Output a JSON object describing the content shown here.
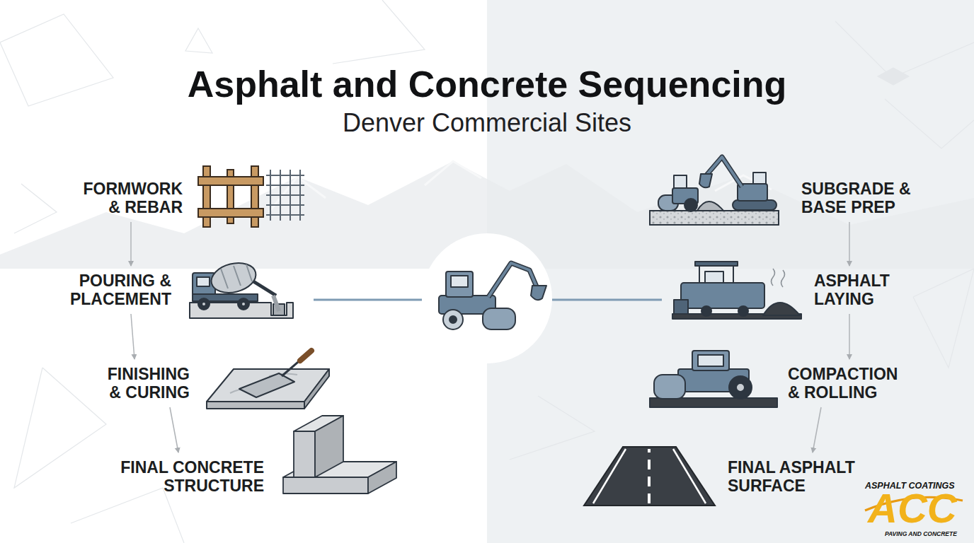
{
  "diagram": {
    "title": "Asphalt and Concrete Sequencing",
    "caption": "Denver Commercial Sites",
    "nodes": [
      {
        "text": [
          "FORMWORK & REBAR"
        ]
      },
      {
        "text": [
          "POURING & PLACEMENT"
        ]
      },
      {
        "text": [
          "FINISHING & CURING"
        ]
      },
      {
        "text": [
          "FINAL CONCRETE STRUCTURE"
        ]
      },
      {
        "text": [
          "SUBGRADE & BASE PREP"
        ]
      },
      {
        "text": [
          "ASPHALT LAYING"
        ]
      },
      {
        "text": [
          "COMPACTION & ROLLING"
        ]
      },
      {
        "text": [
          "FINAL ASPHALT SURFACE"
        ]
      }
    ],
    "edges": [
      {
        "from": 0,
        "to": 1,
        "arrow": "to"
      },
      {
        "from": 1,
        "to": 2,
        "arrow": "to"
      },
      {
        "from": 2,
        "to": 3,
        "arrow": "to"
      },
      {
        "from": 4,
        "to": 5,
        "arrow": "to"
      },
      {
        "from": 5,
        "to": 6,
        "arrow": "to"
      },
      {
        "from": 6,
        "to": 7,
        "arrow": "to"
      }
    ],
    "labels": [
      "ASPHALT COATINGS",
      "ACC",
      "PAVING AND CONCRETE"
    ]
  }
}
